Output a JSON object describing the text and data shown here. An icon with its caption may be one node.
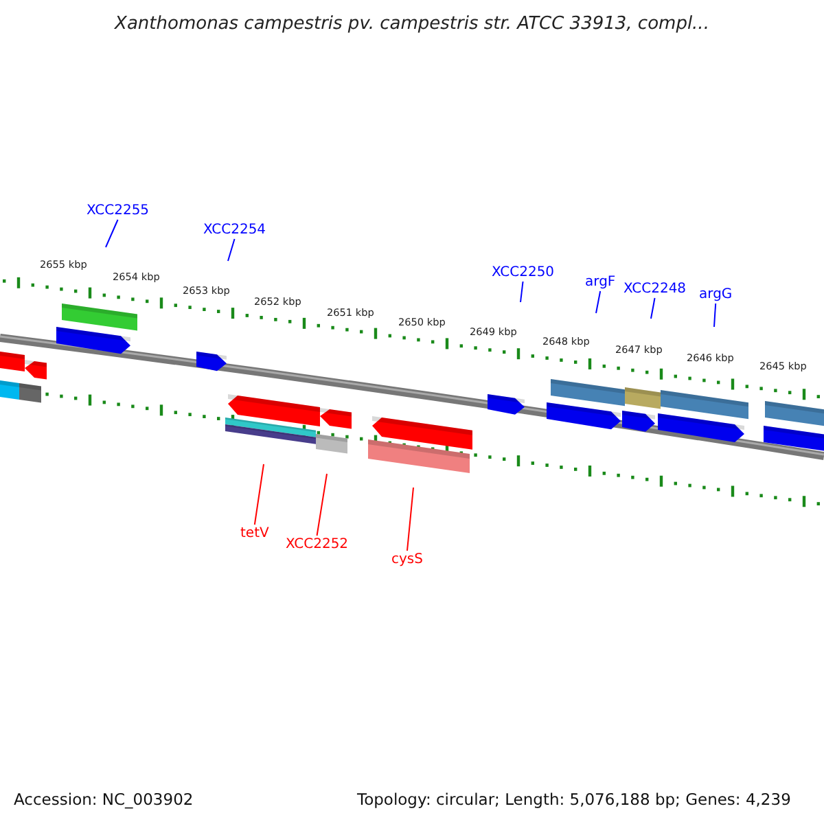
{
  "diagram": {
    "title": "Xanthomonas campestris pv. campestris str. ATCC 33913, compl...",
    "nodes": [
      {
        "text": [
          "XCC2255"
        ]
      },
      {
        "text": [
          "XCC2254"
        ]
      },
      {
        "text": [
          "XCC2250"
        ]
      },
      {
        "text": [
          "argF"
        ]
      },
      {
        "text": [
          "XCC2248"
        ]
      },
      {
        "text": [
          "argG"
        ]
      },
      {
        "text": [
          "tetV"
        ]
      },
      {
        "text": [
          "XCC2252"
        ]
      },
      {
        "text": [
          "cysS"
        ]
      }
    ],
    "edges": [
      {
        "from": 0,
        "to": null,
        "arrow": "none"
      },
      {
        "from": 1,
        "to": null,
        "arrow": "none"
      },
      {
        "from": 2,
        "to": null,
        "arrow": "none"
      },
      {
        "from": 3,
        "to": null,
        "arrow": "none"
      },
      {
        "from": 4,
        "to": null,
        "arrow": "none"
      },
      {
        "from": 5,
        "to": null,
        "arrow": "none"
      },
      {
        "from": 6,
        "to": null,
        "arrow": "none",
        "color": "#ff0000"
      },
      {
        "from": 7,
        "to": null,
        "arrow": "none",
        "color": "#ff0000"
      },
      {
        "from": 8,
        "to": null,
        "arrow": "none",
        "color": "#ff0000"
      }
    ],
    "labels": [
      "2655 kbp",
      "2654 kbp",
      "2653 kbp",
      "2652 kbp",
      "2651 kbp",
      "2650 kbp",
      "2649 kbp",
      "2648 kbp",
      "2647 kbp",
      "2646 kbp",
      "2645 kbp",
      "Accession: NC_003902",
      "Topology: circular; Length: 5,076,188 bp; Genes: 4,239"
    ]
  }
}
